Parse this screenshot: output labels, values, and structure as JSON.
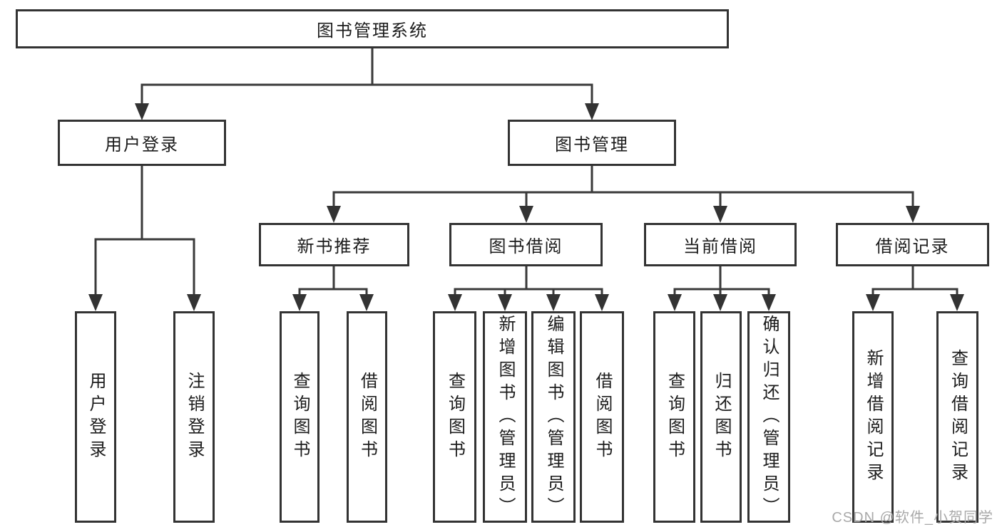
{
  "colors": {
    "line": "#3a3a3a",
    "box_border": "#333333",
    "text": "#1c1c1c",
    "watermark": "#a9a9a9",
    "background": "#ffffff"
  },
  "tree": {
    "root": {
      "label": "图书管理系统"
    },
    "branches": [
      {
        "label": "用户登录",
        "children": [
          {
            "label": "用户登录"
          },
          {
            "label": "注销登录"
          }
        ]
      },
      {
        "label": "图书管理",
        "children": [
          {
            "label": "新书推荐",
            "children": [
              {
                "label": "查询图书"
              },
              {
                "label": "借阅图书"
              }
            ]
          },
          {
            "label": "图书借阅",
            "children": [
              {
                "label": "查询图书"
              },
              {
                "label": "新增图书（管理员）"
              },
              {
                "label": "编辑图书（管理员）"
              },
              {
                "label": "借阅图书"
              }
            ]
          },
          {
            "label": "当前借阅",
            "children": [
              {
                "label": "查询图书"
              },
              {
                "label": "归还图书"
              },
              {
                "label": "确认归还（管理员）"
              }
            ]
          },
          {
            "label": "借阅记录",
            "children": [
              {
                "label": "新增借阅记录"
              },
              {
                "label": "查询借阅记录"
              }
            ]
          }
        ]
      }
    ]
  },
  "watermark": {
    "text": "CSDN @软件_小贺同学"
  }
}
